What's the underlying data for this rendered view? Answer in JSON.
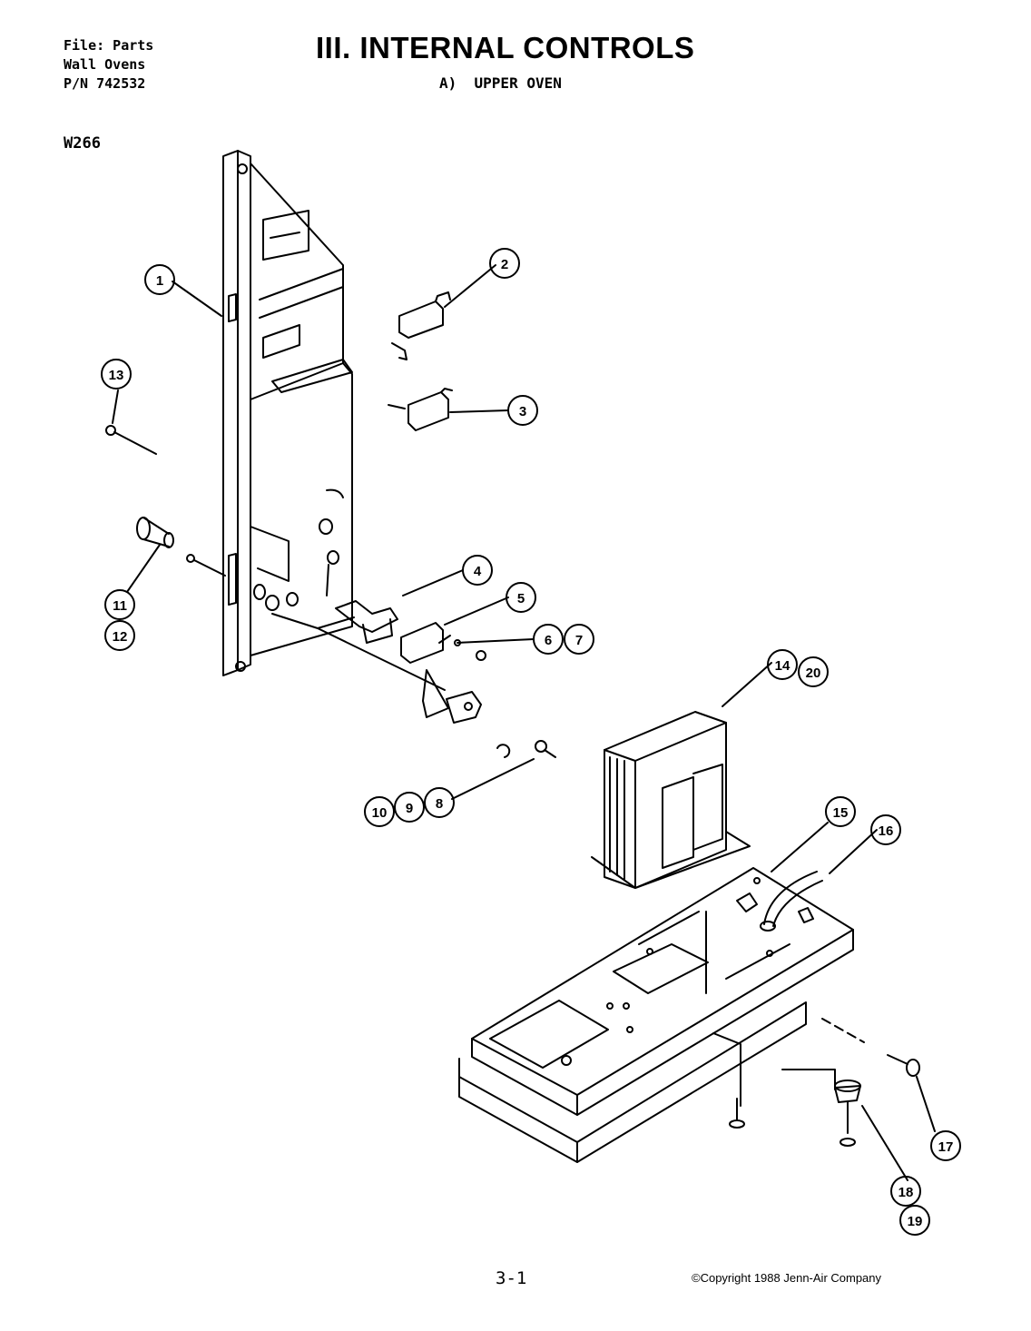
{
  "header": {
    "file_line1": "File: Parts",
    "file_line2": "Wall Ovens",
    "file_line3": "P/N 742532",
    "title": "III. INTERNAL CONTROLS",
    "subtitle": "A)  UPPER OVEN",
    "model": "W266"
  },
  "callouts": {
    "c1": "1",
    "c2": "2",
    "c3": "3",
    "c4": "4",
    "c5": "5",
    "c6": "6",
    "c7": "7",
    "c8": "8",
    "c9": "9",
    "c10": "10",
    "c11": "11",
    "c12": "12",
    "c13": "13",
    "c14": "14",
    "c15": "15",
    "c16": "16",
    "c17": "17",
    "c18": "18",
    "c19": "19",
    "c20": "20"
  },
  "footer": {
    "page": "3-1",
    "copyright": "©Copyright 1988 Jenn-Air Company"
  }
}
